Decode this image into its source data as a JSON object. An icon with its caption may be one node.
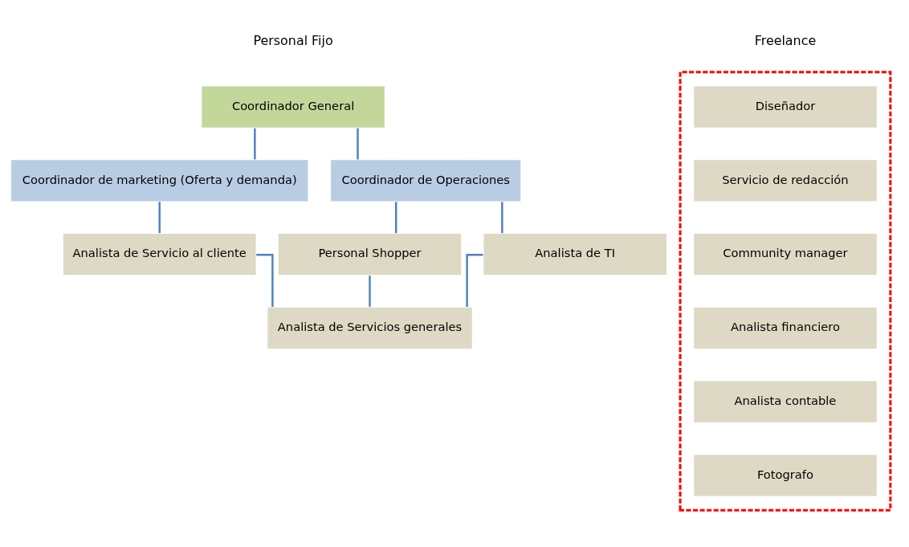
{
  "diagram": {
    "nodes": [
      {
        "text": [
          "Coordinador General"
        ]
      },
      {
        "text": [
          "Coordinador de marketing (Oferta y demanda)"
        ]
      },
      {
        "text": [
          "Coordinador de Operaciones"
        ]
      },
      {
        "text": [
          "Analista de Servicio al cliente"
        ]
      },
      {
        "text": [
          "Personal Shopper"
        ]
      },
      {
        "text": [
          "Analista de TI"
        ]
      },
      {
        "text": [
          "Analista de Servicios generales"
        ]
      },
      {
        "text": [],
        "shape": "box"
      },
      {
        "text": [
          "Diseñador"
        ],
        "in": 7
      },
      {
        "text": [
          "Servicio de redacción"
        ],
        "in": 7
      },
      {
        "text": [
          "Community manager"
        ],
        "in": 7
      },
      {
        "text": [
          "Analista financiero"
        ],
        "in": 7
      },
      {
        "text": [
          "Analista contable"
        ],
        "in": 7
      },
      {
        "text": [
          "Fotografo"
        ],
        "in": 7
      }
    ],
    "edges": [
      {
        "from": 0,
        "to": 1,
        "arrow": "none"
      },
      {
        "from": 0,
        "to": 2,
        "arrow": "none"
      },
      {
        "from": 1,
        "to": 3,
        "arrow": "none"
      },
      {
        "from": 2,
        "to": 4,
        "arrow": "none"
      },
      {
        "from": 2,
        "to": 5,
        "arrow": "none"
      },
      {
        "from": 3,
        "to": 6,
        "arrow": "none"
      },
      {
        "from": 4,
        "to": 6,
        "arrow": "none"
      },
      {
        "from": 5,
        "to": 6,
        "arrow": "none"
      }
    ],
    "labels": [
      "Personal Fijo",
      "Freelance"
    ]
  }
}
